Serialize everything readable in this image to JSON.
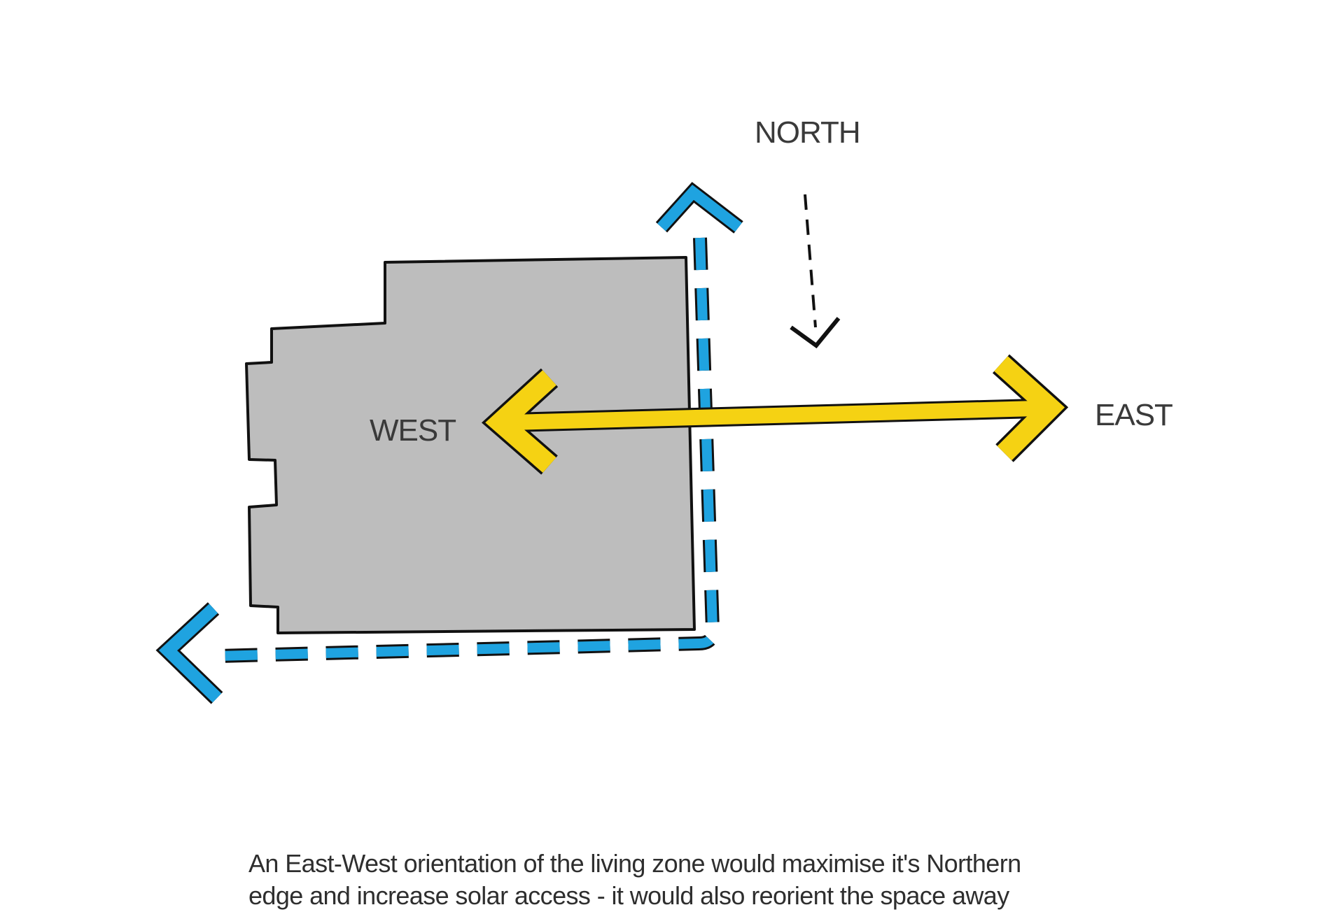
{
  "labels": {
    "north": "NORTH",
    "west": "WEST",
    "east": "EAST"
  },
  "caption": {
    "line1": "An East-West orientation of the living zone would maximise it's Northern",
    "line2": "edge and increase solar access - it would also reorient the space away"
  },
  "colors": {
    "building_fill": "#bdbdbd",
    "outline": "#111111",
    "yellow_arrow": "#f5d213",
    "blue_arrow": "#1fa3e0",
    "text": "#3a3a3a"
  }
}
